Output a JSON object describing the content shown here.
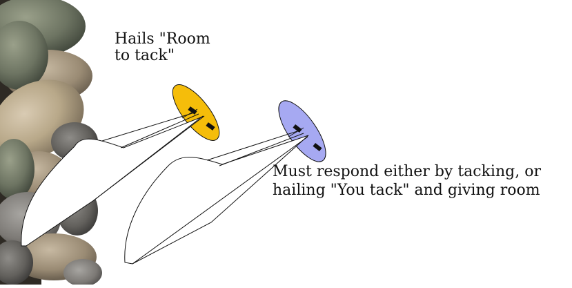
{
  "annotations": {
    "hail_lines": [
      "Hails \"Room",
      "to tack\""
    ],
    "respond_lines": [
      "Must respond either by tacking, or",
      "hailing \"You tack\" and giving room"
    ]
  },
  "colors": {
    "leeward_hull": "#f5bd0a",
    "windward_hull": "#a6a9f2",
    "outline": "#111111",
    "sail_fill": "#ffffff"
  },
  "icons": {
    "rocks": "rock-shoreline-icon",
    "boat_1": "sailboat-icon",
    "boat_2": "sailboat-icon"
  }
}
